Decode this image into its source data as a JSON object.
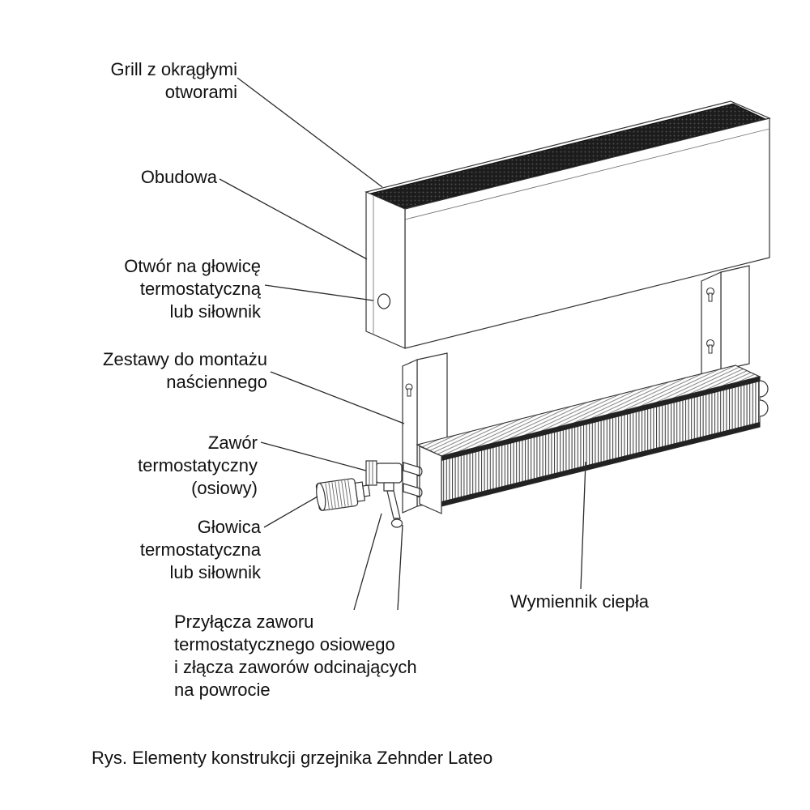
{
  "labels": {
    "grill": "Grill z okrągłymi\notworami",
    "obudowa": "Obudowa",
    "otwor": "Otwór na głowicę\ntermostatyczną\nlub siłownik",
    "zestawy": "Zestawy do montażu\nnaściennego",
    "zawor": "Zawór\ntermostatyczny\n(osiowy)",
    "glowica": "Głowica\ntermostatyczna\nlub siłownik",
    "przylacza": "Przyłącza zaworu\ntermostatycznego osiowego\ni złącza zaworów odcinających\nna powrocie",
    "wymiennik": "Wymiennik ciepła",
    "caption": "Rys. Elementy konstrukcji grzejnika Zehnder Lateo"
  },
  "colors": {
    "line": "#333333",
    "grill_fill": "#1c1c1c",
    "text": "#111111",
    "background": "#ffffff"
  }
}
